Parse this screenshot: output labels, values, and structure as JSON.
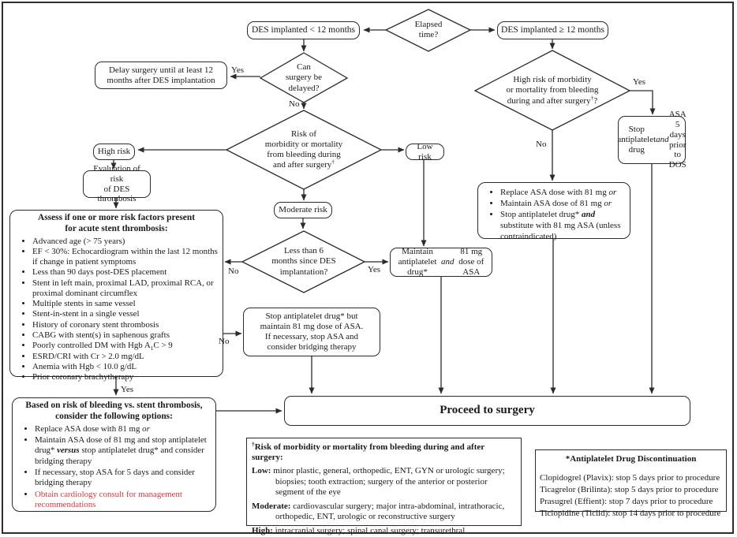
{
  "labels": {
    "yes": "Yes",
    "no": "No"
  },
  "colors": {
    "line": "#2b2b2b",
    "text": "#1a1a1a",
    "red_text": "#d63843",
    "background": "#ffffff"
  },
  "diamonds": {
    "elapsed": "Elapsed{br}time?",
    "can_delay": "Can{br}surgery be{br}delayed?",
    "bleed_risk": "Risk of{br}morbidity or mortality{br}from bleeding during{br}and after surgery{sup}†{/sup}",
    "lt6_months": "Less than 6{br}months since DES{br}implantation?",
    "high_bleed": "High risk of morbidity{br}or mortality from bleeding{br}during and after surgery{sup}†{/sup}?"
  },
  "nodes": {
    "des_lt12": "DES implanted < 12 months",
    "des_ge12": "DES implanted ≥ 12 months",
    "delay": "Delay surgery until at least 12{br}months after DES implantation",
    "high_risk": "High risk",
    "low_risk": "Low risk",
    "eval_thrombosis": "Evaluation of risk{br}of DES thrombosis",
    "moderate_risk": "Moderate risk",
    "maintain": "Maintain antiplatelet drug*{br}{i}and{/i} 81 mg dose of ASA",
    "stop_bridge": "Stop antiplatelet drug* but{br}maintain 81 mg dose of ASA.{br}If necessary, stop ASA and{br}consider bridging therapy",
    "stop_dos": "Stop antiplatelet{br}drug {i}and{/i} ASA{br}5 days{br}prior to DOS",
    "proceed": "Proceed to surgery"
  },
  "assess": {
    "title": "Assess if one or more risk factors present{br}for acute stent thrombosis:",
    "items": [
      "Advanced age (> 75 years)",
      "EF < 30%: Echocardiogram within the last 12 months if change in patient symptoms",
      "Less than 90 days post-DES placement",
      "Stent in left main, proximal LAD, proximal RCA, or proximal dominant circumflex",
      "Multiple stents in same vessel",
      "Stent-in-stent in a single vessel",
      "History of coronary stent thrombosis",
      "CABG with stent(s) in saphenous grafts",
      "Poorly controlled DM with Hgb A{sub}1{/sub}C > 9",
      "ESRD/CRI with Cr > 2.0 mg/dL",
      "Anemia with Hgb < 10.0 g/dL",
      "Prior coronary brachytherapy"
    ]
  },
  "options_right": {
    "items": [
      "Replace ASA dose with 81 mg {i}or{/i}",
      "Maintain ASA dose of 81 mg {i}or{/i}",
      "Stop antiplatelet drug* {bi}and{/bi} substitute with 81 mg ASA (unless contraindicated)"
    ]
  },
  "based": {
    "title": "Based on risk of bleeding vs. stent thrombosis,{br}consider the following options:",
    "items": [
      "Replace ASA dose with 81 mg {i}or{/i}",
      "Maintain ASA dose of 81 mg and stop antiplatelet drug* {bi}versus{/bi} stop antiplatelet drug* and consider bridging therapy",
      "If necessary, stop ASA for 5 days and consider bridging therapy",
      "Obtain cardiology consult for management recommendations"
    ]
  },
  "risk_note": {
    "title": "{sup}†{/sup}Risk of morbidity or mortality from bleeding during and after surgery:",
    "levels": [
      {
        "label": "Low:",
        "text": "minor plastic, general, orthopedic, ENT, GYN or urologic surgery; biopsies; tooth extraction; surgery of the anterior or posterior segment of the eye"
      },
      {
        "label": "Moderate:",
        "text": "cardiovascular surgery; major intra-abdominal, intrathoracic, orthopedic, ENT, urologic or reconstructive surgery"
      },
      {
        "label": "High:",
        "text": "intracranial surgery; spinal canal surgery; transurethral prostatectomy"
      }
    ]
  },
  "drug_note": {
    "title": "*Antiplatelet Drug Discontinuation",
    "lines": [
      "Clopidogrel (Plavix): stop 5 days prior to procedure",
      "Ticagrelor (Brilinta): stop 5 days prior to procedure",
      "Prasugrel (Effient): stop 7 days prior to procedure",
      "Ticlopidine (Ticlid): stop 14 days prior to procedure"
    ]
  }
}
